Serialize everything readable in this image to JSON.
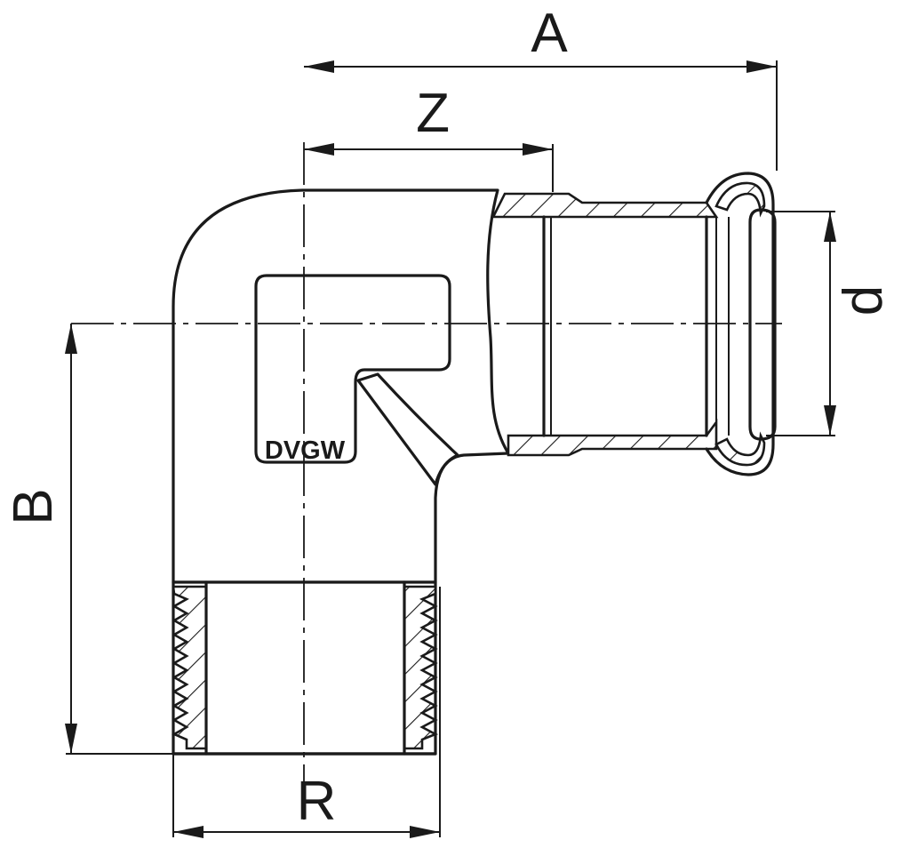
{
  "drawing": {
    "dimensions": {
      "a": "A",
      "z": "Z",
      "b": "B",
      "d": "d",
      "r": "R"
    },
    "marking": "DVGW"
  }
}
